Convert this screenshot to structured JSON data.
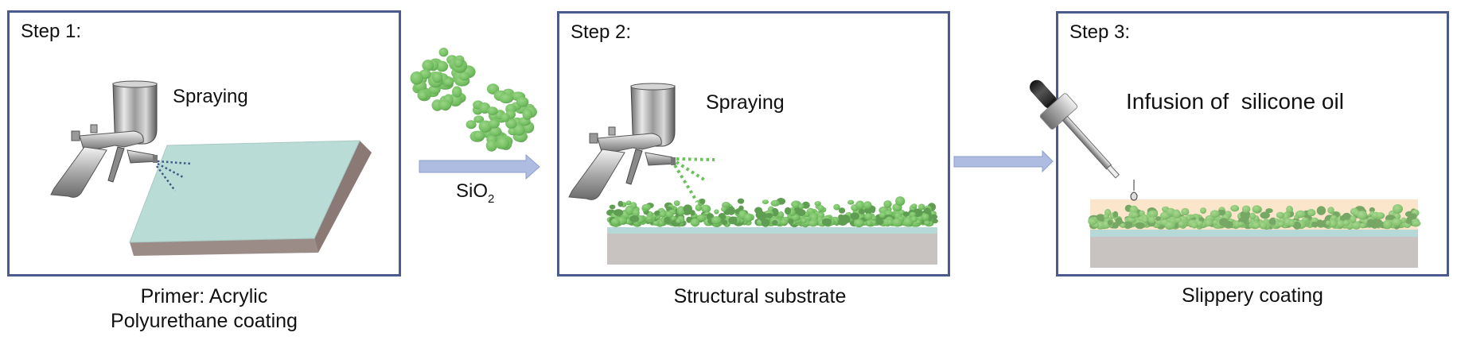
{
  "figure": {
    "steps": [
      {
        "label": "Step 1:",
        "action": "Spraying",
        "caption_lines": [
          "Primer: Acrylic",
          "Polyurethane coating"
        ]
      },
      {
        "label": "Step 2:",
        "action": "Spraying",
        "caption_lines": [
          "Structural substrate"
        ]
      },
      {
        "label": "Step 3:",
        "action": "Infusion of  silicone oil",
        "caption_lines": [
          "Slippery coating"
        ]
      }
    ],
    "transition": {
      "material_main": "SiO",
      "material_subscript": "2"
    }
  },
  "colors": {
    "panel_border": "#4b5b8e",
    "arrow_fill": "#aebce2",
    "arrow_stroke": "#8e9fd0",
    "primer_top": "#b9dcd6",
    "primer_side": "#9c8e8a",
    "substrate": "#c8c2c1",
    "primer_layer": "#b6d8d6",
    "particle": "#7dc66b",
    "particle_dark": "#5a9a4d",
    "oil": "#fbe3c7",
    "spray_blue": "#3d5a85",
    "spray_green": "#6cc25a"
  }
}
